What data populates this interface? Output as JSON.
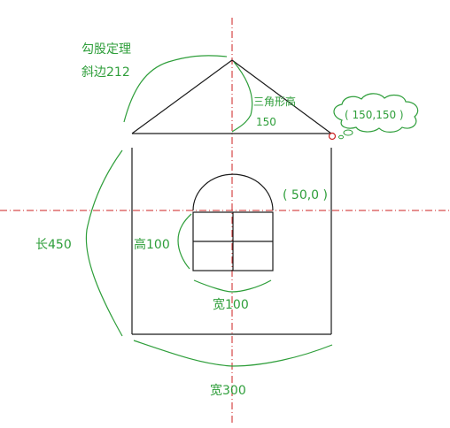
{
  "colors": {
    "background": "#ffffff",
    "drawing": "#1a1a1a",
    "annotation": "#2e9e3a",
    "axis": "#cc2222"
  },
  "labels": {
    "hypotenuse_title": "勾股定理",
    "hypotenuse_value": "斜边212",
    "triangle_height_title": "三角形高",
    "triangle_height_value": "150",
    "corner_coord": "( 150,150 )",
    "window_coord": "( 50,0 )",
    "window_height": "高100",
    "window_width": "宽100",
    "house_length": "长450",
    "house_width": "宽300"
  }
}
